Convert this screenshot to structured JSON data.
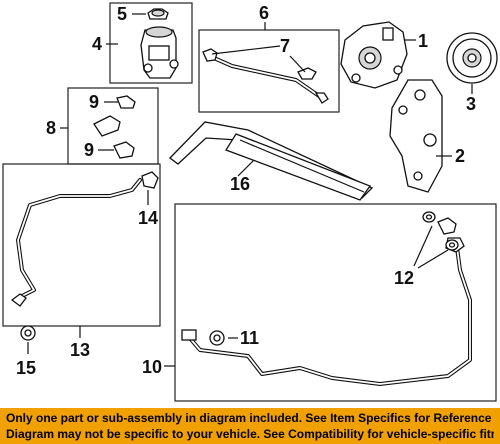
{
  "callouts": {
    "c1": "1",
    "c2": "2",
    "c3": "3",
    "c4": "4",
    "c5": "5",
    "c6": "6",
    "c7": "7",
    "c8": "8",
    "c9a": "9",
    "c9b": "9",
    "c10": "10",
    "c11": "11",
    "c12": "12",
    "c13": "13",
    "c14": "14",
    "c15": "15",
    "c16": "16"
  },
  "disclaimer": {
    "line1": "Only one part or sub-assembly in diagram included. See Item Specifics for Reference #.",
    "line2": "Diagram may not be specific to your vehicle. See Compatibility for vehicle-specific fitment."
  },
  "colors": {
    "banner": "#f0a000",
    "ink": "#111111"
  }
}
